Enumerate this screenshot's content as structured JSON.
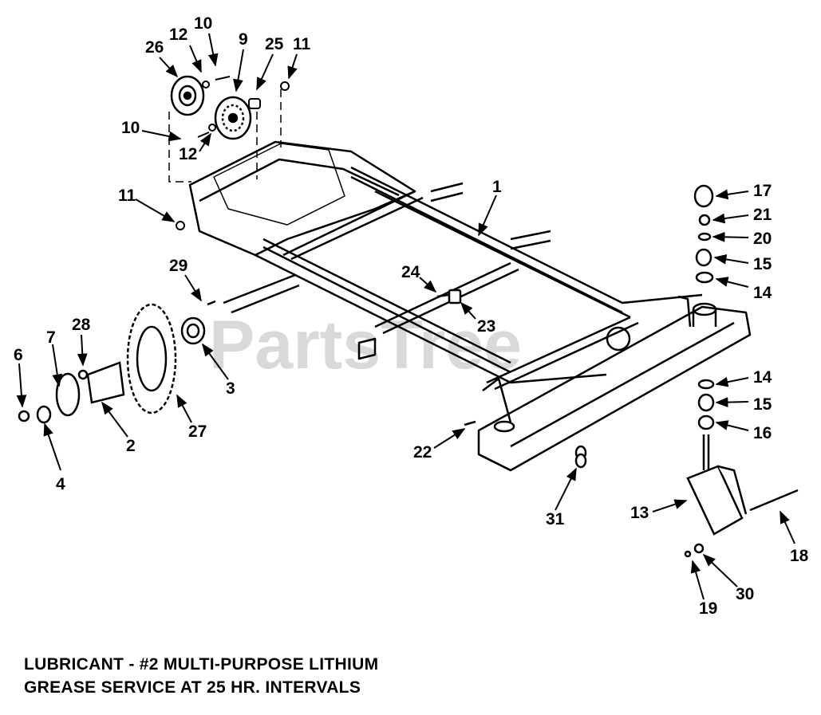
{
  "watermark": "PartsTree",
  "note": {
    "line1": "LUBRICANT - #2 MULTI-PURPOSE LITHIUM",
    "line2": "GREASE SERVICE AT 25 HR. INTERVALS"
  },
  "callouts": {
    "c26": "26",
    "c12a": "12",
    "c10a": "10",
    "c9": "9",
    "c25": "25",
    "c11a": "11",
    "c10b": "10",
    "c12b": "12",
    "c11b": "11",
    "c1": "1",
    "c17": "17",
    "c21": "21",
    "c20": "20",
    "c15a": "15",
    "c14a": "14",
    "c29": "29",
    "c24": "24",
    "c23": "23",
    "c28": "28",
    "c7": "7",
    "c6": "6",
    "c3": "3",
    "c27": "27",
    "c2": "2",
    "c4": "4",
    "c22": "22",
    "c31": "31",
    "c14b": "14",
    "c15b": "15",
    "c16": "16",
    "c13": "13",
    "c18": "18",
    "c19": "19",
    "c30": "30"
  }
}
